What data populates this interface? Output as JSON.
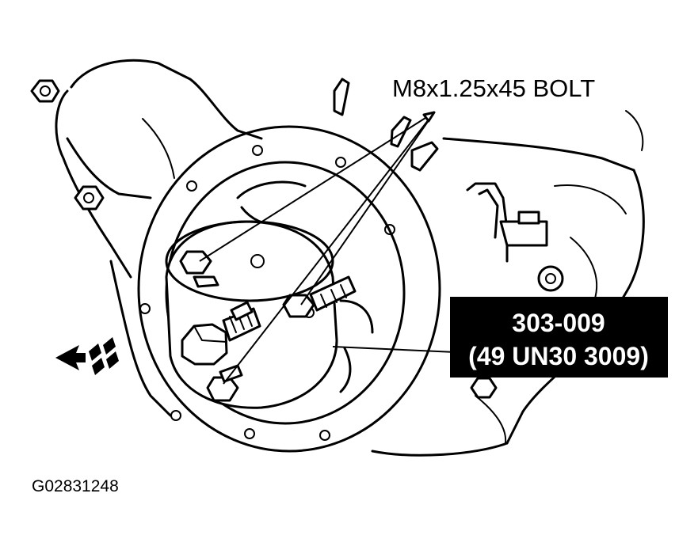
{
  "labels": {
    "bolt": "M8x1.25x45 BOLT",
    "tool_number": "303-009",
    "tool_alt_number": "(49 UN30 3009)",
    "figure_id": "G02831248"
  },
  "colors": {
    "ink": "#000000",
    "paper": "#ffffff",
    "callout_bg": "#000000",
    "callout_text": "#ffffff"
  },
  "icons": {
    "direction_arrow": "arrow-left-dashed-icon"
  }
}
